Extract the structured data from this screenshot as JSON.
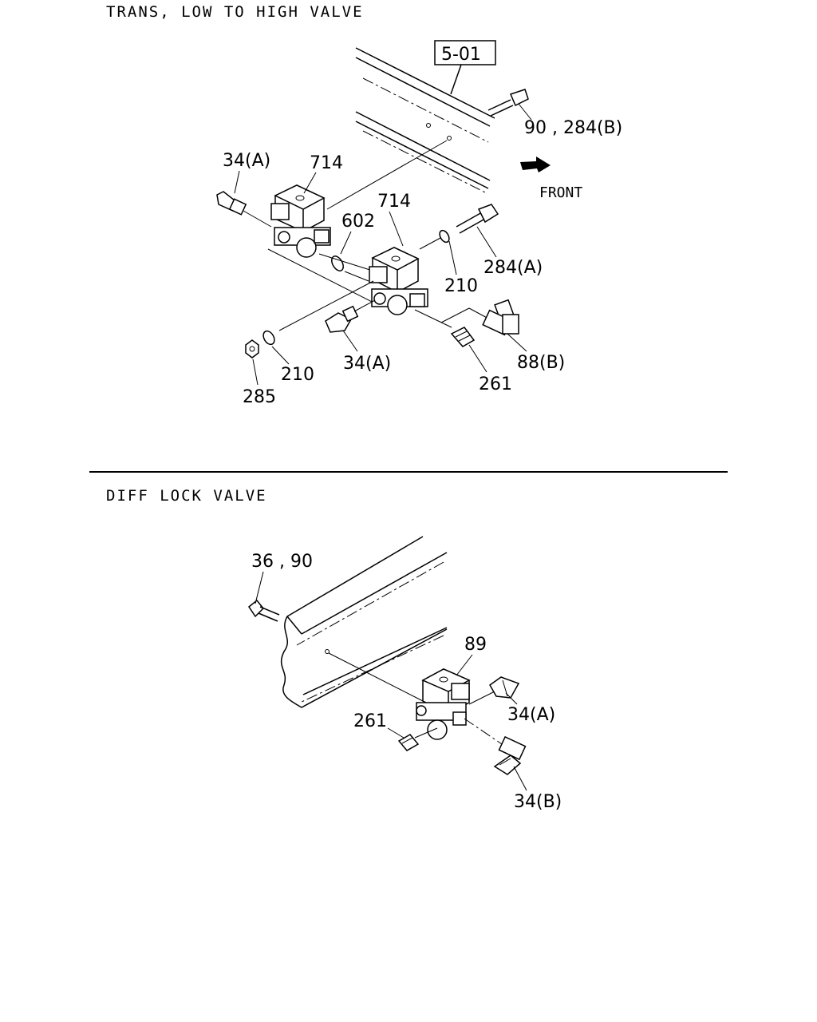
{
  "sections": [
    {
      "title": "TRANS, LOW TO HIGH VALVE",
      "ref_box": "5-01",
      "front_label": "FRONT",
      "callouts": {
        "c_90_284b": "90 , 284(B)",
        "c_34a_top": "34(A)",
        "c_714_left": "714",
        "c_714_right": "714",
        "c_602": "602",
        "c_284a": "284(A)",
        "c_210_right": "210",
        "c_34a_mid": "34(A)",
        "c_88b": "88(B)",
        "c_261": "261",
        "c_210_left": "210",
        "c_285": "285"
      }
    },
    {
      "title": "DIFF LOCK VALVE",
      "callouts": {
        "c_36_90": "36 , 90",
        "c_89": "89",
        "c_34a": "34(A)",
        "c_261": "261",
        "c_34b": "34(B)"
      }
    }
  ]
}
